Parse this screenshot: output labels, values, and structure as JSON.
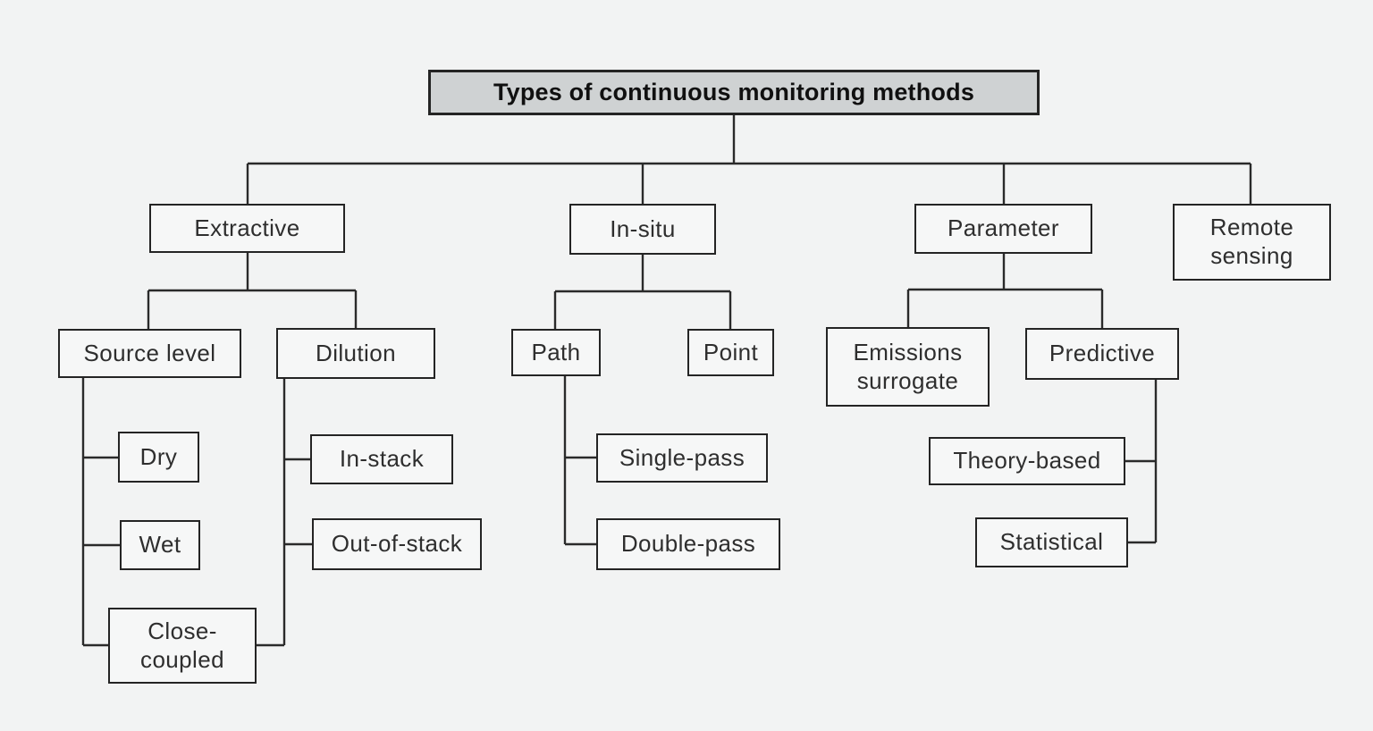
{
  "colors": {
    "background": "#f2f3f3",
    "box_fill": "#f6f7f7",
    "title_fill": "#cfd2d3",
    "border": "#242424",
    "line": "#2a2a2a",
    "text": "#2e2e2e",
    "title_text": "#101010"
  },
  "nodes": {
    "root": {
      "label": "Types of continuous monitoring methods"
    },
    "extractive": {
      "label": "Extractive"
    },
    "in_situ": {
      "label": "In-situ"
    },
    "parameter": {
      "label": "Parameter"
    },
    "remote_sensing": {
      "label": "Remote sensing"
    },
    "source_level": {
      "label": "Source level"
    },
    "dilution": {
      "label": "Dilution"
    },
    "dry": {
      "label": "Dry"
    },
    "wet": {
      "label": "Wet"
    },
    "close_coupled": {
      "label": "Close-coupled"
    },
    "in_stack": {
      "label": "In-stack"
    },
    "out_of_stack": {
      "label": "Out-of-stack"
    },
    "path": {
      "label": "Path"
    },
    "point": {
      "label": "Point"
    },
    "single_pass": {
      "label": "Single-pass"
    },
    "double_pass": {
      "label": "Double-pass"
    },
    "emissions_surrogate": {
      "label": "Emissions surrogate"
    },
    "predictive": {
      "label": "Predictive"
    },
    "theory_based": {
      "label": "Theory-based"
    },
    "statistical": {
      "label": "Statistical"
    }
  },
  "edges": [
    {
      "from": "root",
      "to": "extractive"
    },
    {
      "from": "root",
      "to": "in_situ"
    },
    {
      "from": "root",
      "to": "parameter"
    },
    {
      "from": "root",
      "to": "remote_sensing"
    },
    {
      "from": "extractive",
      "to": "source_level"
    },
    {
      "from": "extractive",
      "to": "dilution"
    },
    {
      "from": "source_level",
      "to": "dry"
    },
    {
      "from": "source_level",
      "to": "wet"
    },
    {
      "from": "source_level",
      "to": "close_coupled"
    },
    {
      "from": "dilution",
      "to": "in_stack"
    },
    {
      "from": "dilution",
      "to": "out_of_stack"
    },
    {
      "from": "dilution",
      "to": "close_coupled"
    },
    {
      "from": "in_situ",
      "to": "path"
    },
    {
      "from": "in_situ",
      "to": "point"
    },
    {
      "from": "path",
      "to": "single_pass"
    },
    {
      "from": "path",
      "to": "double_pass"
    },
    {
      "from": "parameter",
      "to": "emissions_surrogate"
    },
    {
      "from": "parameter",
      "to": "predictive"
    },
    {
      "from": "predictive",
      "to": "theory_based"
    },
    {
      "from": "predictive",
      "to": "statistical"
    }
  ]
}
